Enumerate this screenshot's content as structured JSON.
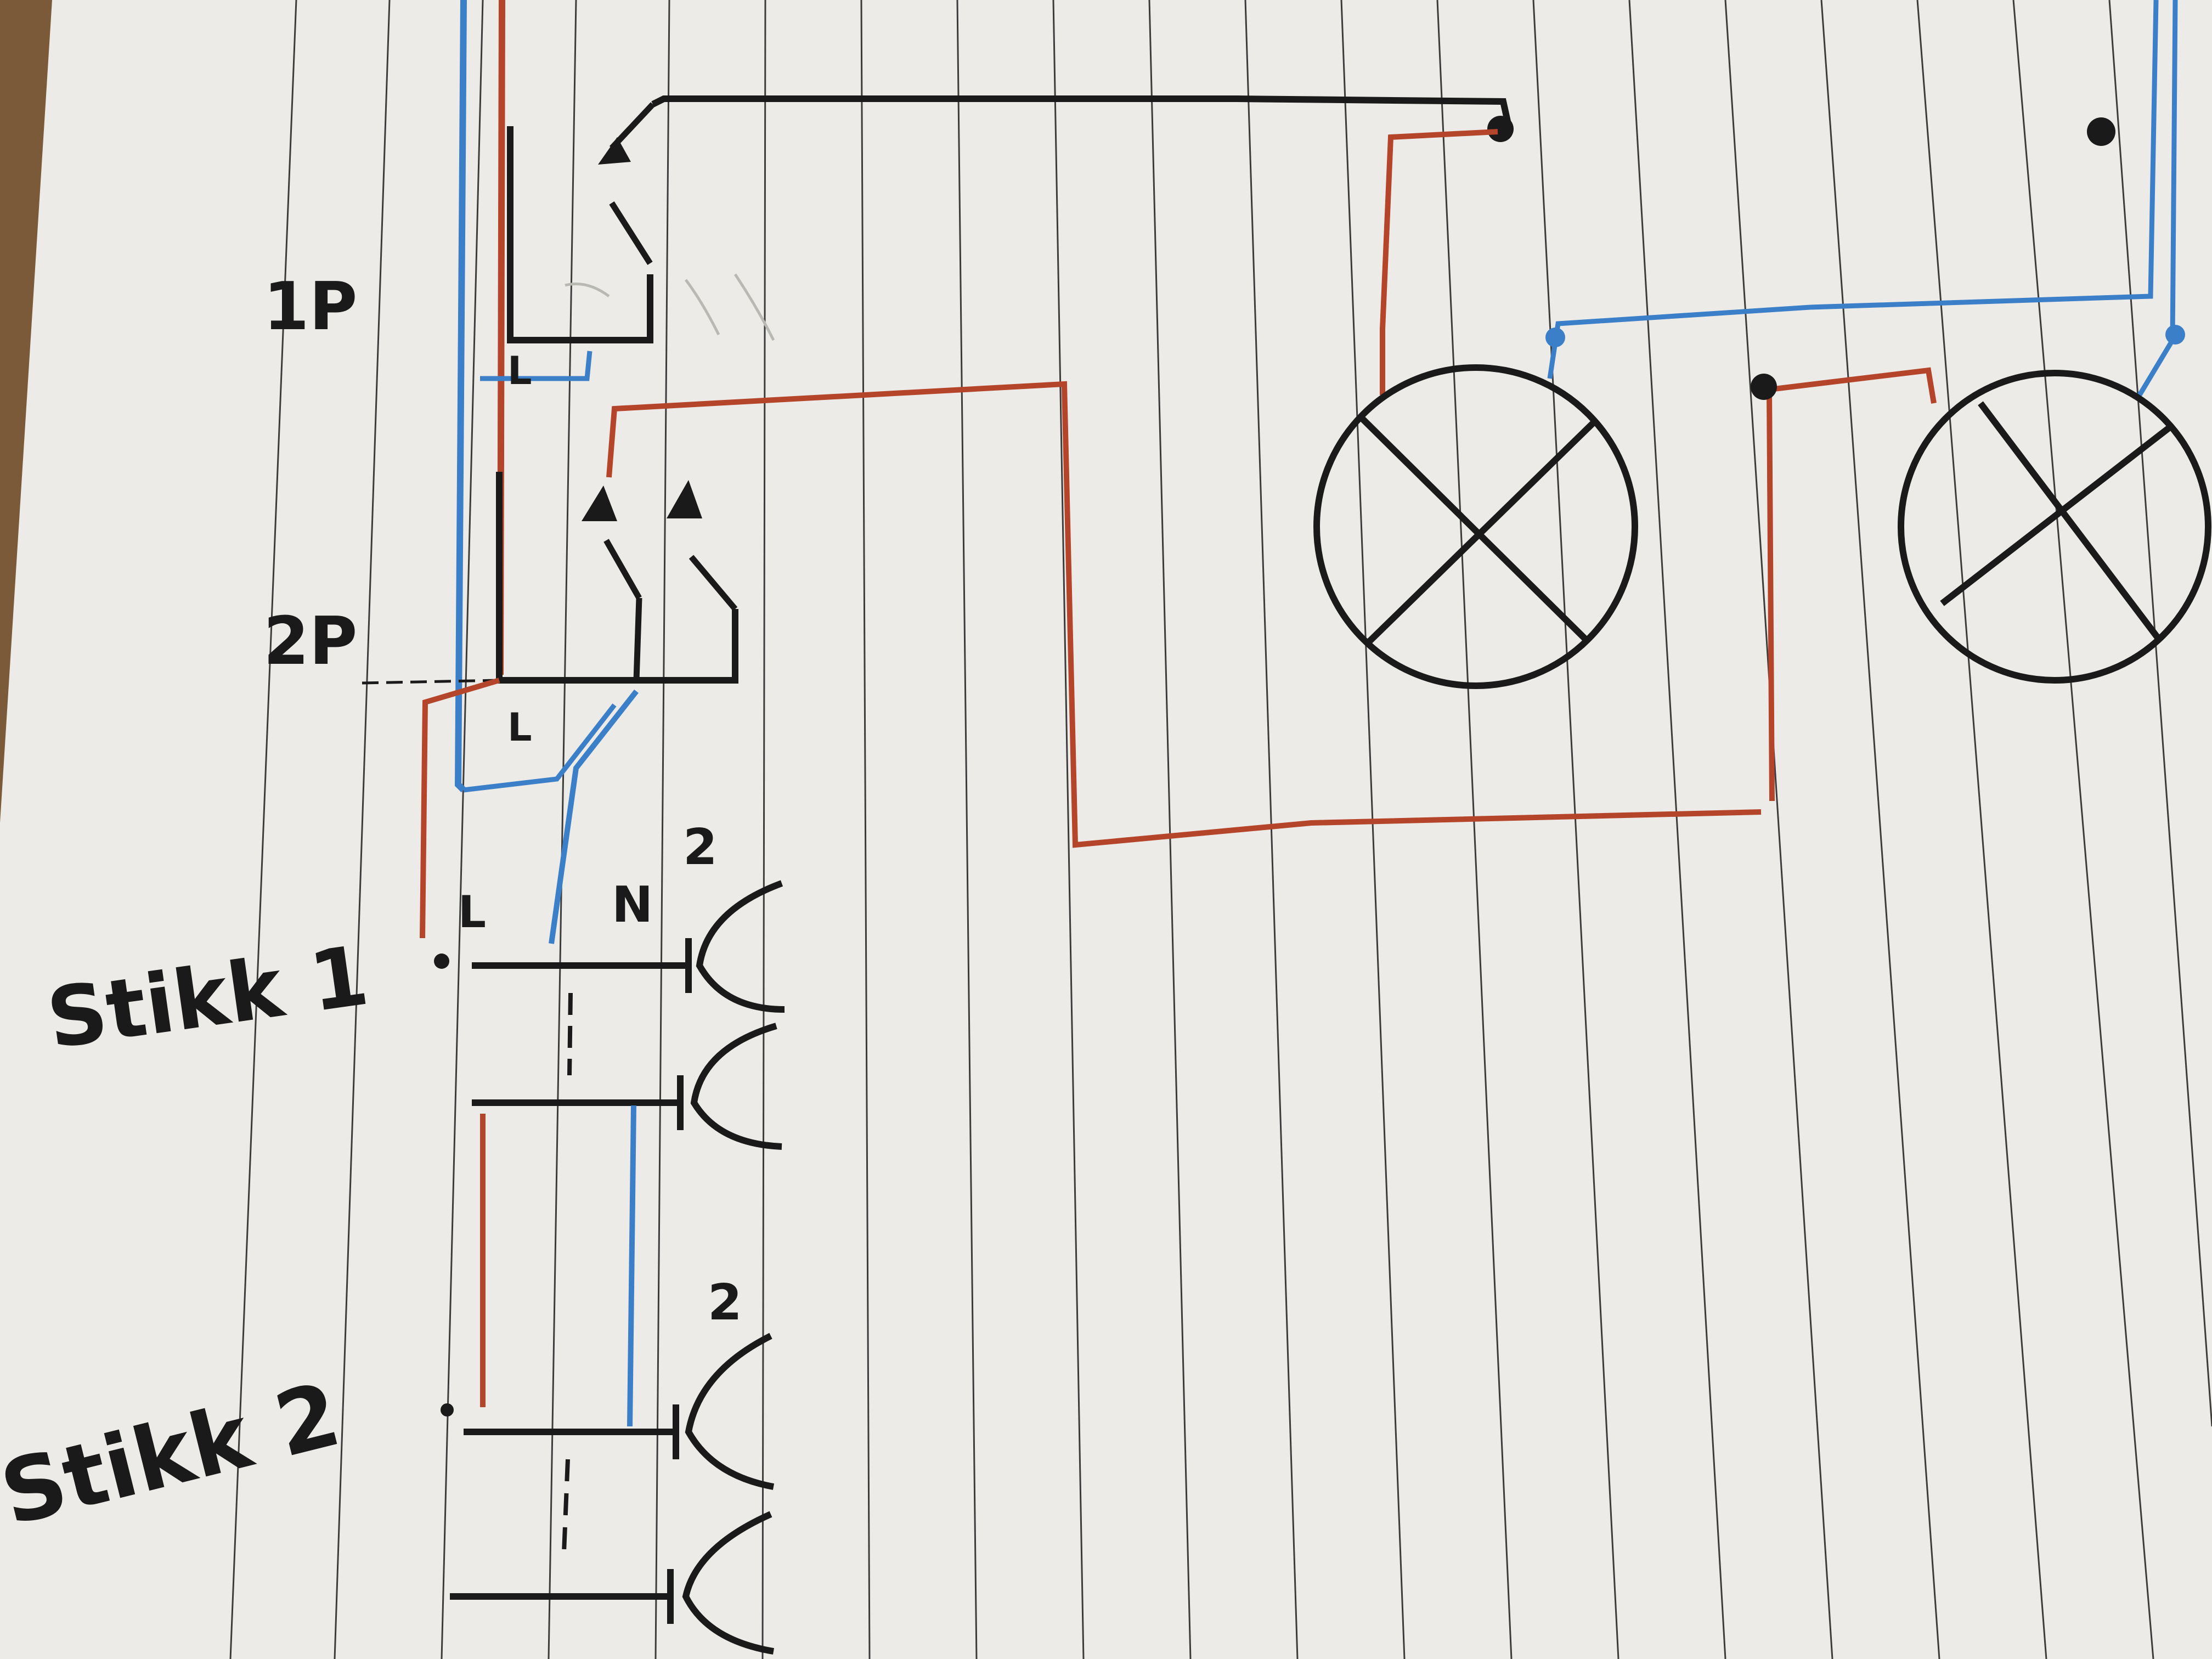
{
  "labels": {
    "breaker_1p": "1P",
    "breaker_2p": "2P",
    "live_1p": "L",
    "live_2p": "L",
    "outlet_live": "L",
    "outlet_neutral": "N",
    "outlet1_poles": "2",
    "outlet2_poles": "2",
    "outlet_1": "Stikk 1",
    "outlet_2": "Stikk 2"
  },
  "colors": {
    "paper": "#ecebe7",
    "ruling": "#2a2a2a",
    "ink_black": "#1a1a1a",
    "wire_live_red": "#b5452a",
    "wire_neutral_blue": "#3b7fc9",
    "table_wood": "#7a5a38"
  },
  "icons": {
    "lamp_symbol": "lamp-cross-circle-icon",
    "breaker_symbol": "breaker-switch-icon",
    "socket_symbol": "socket-outlet-icon"
  }
}
